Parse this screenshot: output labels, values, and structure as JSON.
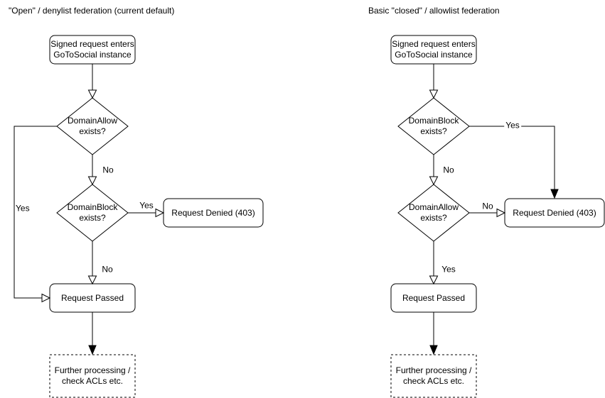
{
  "left_chart": {
    "title": "\"Open\" / denylist federation (current default)",
    "nodes": {
      "start": "Signed request enters\nGoToSocial instance",
      "decision1": "DomainAllow\nexists?",
      "decision2": "DomainBlock\nexists?",
      "denied": "Request Denied (403)",
      "passed": "Request Passed",
      "further": "Further processing /\ncheck ACLs etc."
    },
    "edge_labels": {
      "decision1_no": "No",
      "decision1_yes": "Yes",
      "decision2_yes": "Yes",
      "decision2_no": "No"
    }
  },
  "right_chart": {
    "title": "Basic \"closed\" / allowlist federation",
    "nodes": {
      "start": "Signed request enters\nGoToSocial instance",
      "decision1": "DomainBlock\nexists?",
      "decision2": "DomainAllow\nexists?",
      "denied": "Request Denied (403)",
      "passed": "Request Passed",
      "further": "Further processing /\ncheck ACLs etc."
    },
    "edge_labels": {
      "decision1_yes": "Yes",
      "decision1_no": "No",
      "decision2_no": "No",
      "decision2_yes": "Yes"
    }
  },
  "colors": {
    "stroke": "#000000",
    "node_fill": "#ffffff",
    "text": "#000000",
    "background": "#ffffff"
  }
}
